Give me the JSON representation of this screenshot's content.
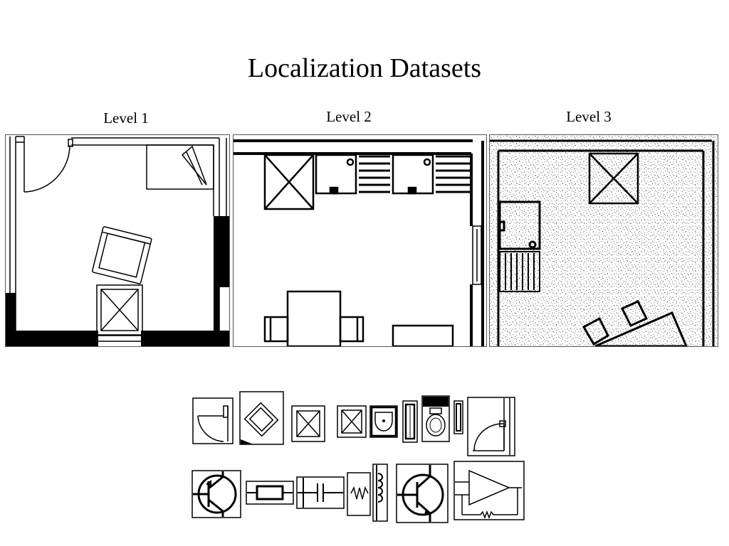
{
  "slide": {
    "title": "Localization Datasets"
  },
  "levels": [
    {
      "label": "Level 1"
    },
    {
      "label": "Level 2"
    },
    {
      "label": "Level 3"
    }
  ],
  "colors": {
    "background": "#ffffff",
    "ink": "#000000",
    "noise": "#b5b5b5"
  },
  "symbol_legend": {
    "row1": [
      "door-symbol",
      "armchair-symbol",
      "table-symbol",
      "table-symbol",
      "sink-symbol",
      "window-symbol",
      "toilet-symbol",
      "window-symbol",
      "door-symbol"
    ],
    "row2": [
      "transistor-symbol",
      "resistor-symbol",
      "capacitor-symbol",
      "resistor-symbol",
      "inductor-symbol",
      "transistor-symbol",
      "amplifier-symbol"
    ]
  }
}
